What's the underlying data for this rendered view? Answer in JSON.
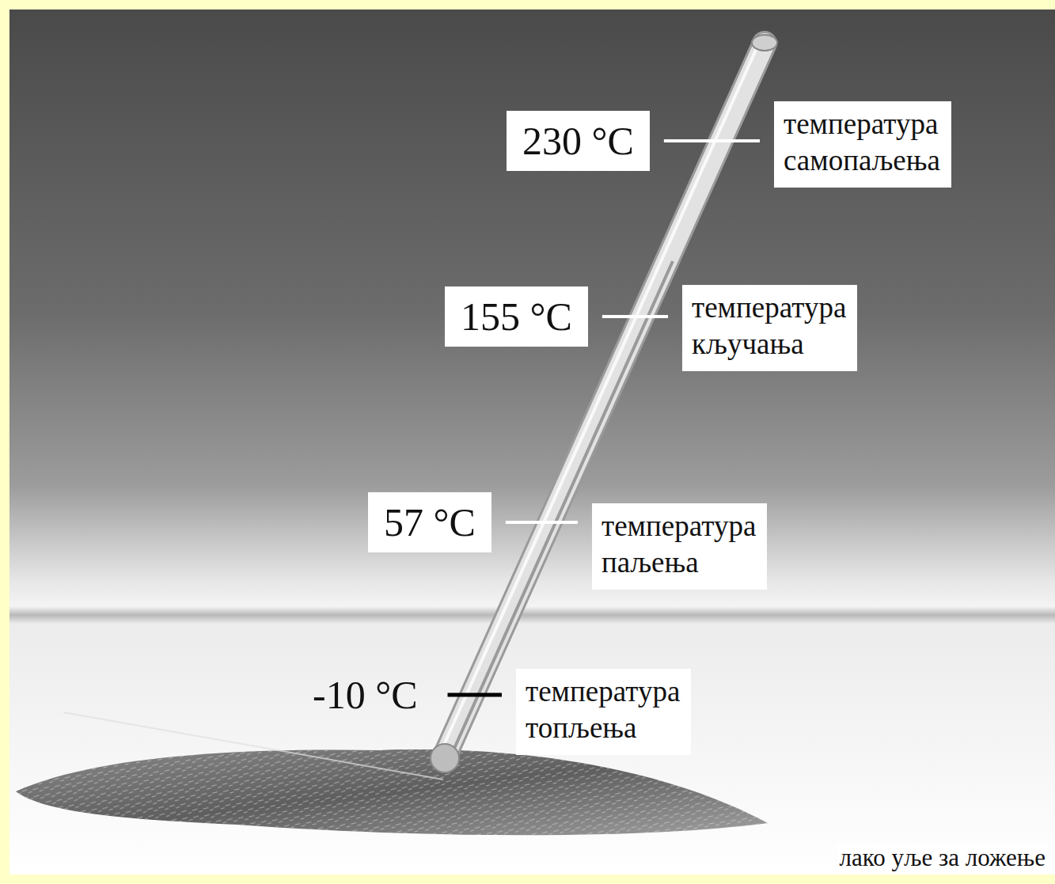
{
  "diagram": {
    "caption": "лако уље за ложење",
    "nodes": [
      {
        "text": [
          "230 °C"
        ]
      },
      {
        "text": [
          "температура самопаљења"
        ]
      },
      {
        "text": [
          "155 °C"
        ]
      },
      {
        "text": [
          "температура кључања"
        ]
      },
      {
        "text": [
          "57 °C"
        ]
      },
      {
        "text": [
          "температура паљења"
        ]
      },
      {
        "text": [
          "-10 °C"
        ]
      },
      {
        "text": [
          "температура топљења"
        ]
      }
    ],
    "edges": [
      {
        "from": 0,
        "to": 1,
        "arrow": "none"
      },
      {
        "from": 2,
        "to": 3,
        "arrow": "none"
      },
      {
        "from": 4,
        "to": 5,
        "arrow": "none"
      },
      {
        "from": 6,
        "to": 7,
        "arrow": "none"
      }
    ]
  }
}
